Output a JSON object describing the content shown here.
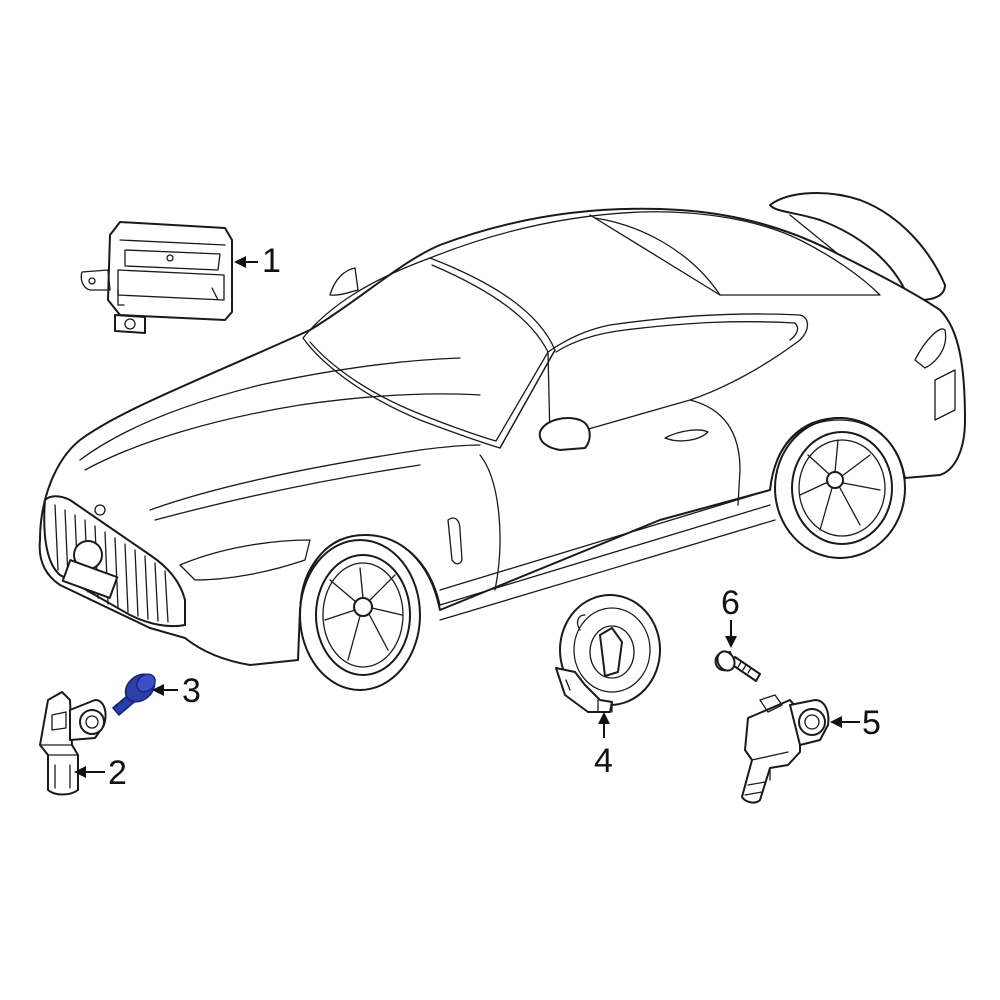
{
  "callouts": {
    "c1": "1",
    "c2": "2",
    "c3": "3",
    "c4": "4",
    "c5": "5",
    "c6": "6"
  },
  "parts": {
    "p1": "control-module",
    "p2": "impact-sensor",
    "p3": "bolt",
    "p4": "clock-spring",
    "p5": "impact-sensor",
    "p6": "bolt"
  },
  "colors": {
    "line": "#1a1a1a",
    "highlight": "#2b3fa8",
    "highlight_dark": "#14207a",
    "background": "#ffffff"
  }
}
